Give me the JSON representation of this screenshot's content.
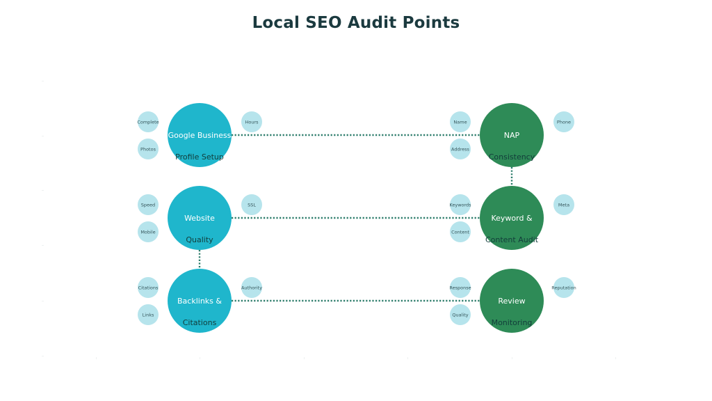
{
  "title": "Local SEO Audit Points",
  "colors": {
    "teal_hub": "#1fb6cc",
    "green_hub": "#2e8b57",
    "satellite": "#b6e4ec",
    "connector": "#2d7d6b"
  },
  "hubs": [
    {
      "line1": "Google Business",
      "line2": "Profile Setup",
      "color": "teal_hub"
    },
    {
      "line1": "Website",
      "line2": "Quality",
      "color": "teal_hub"
    },
    {
      "line1": "Backlinks &",
      "line2": "Citations",
      "color": "teal_hub"
    },
    {
      "line1": "NAP",
      "line2": "Consistency",
      "color": "green_hub"
    },
    {
      "line1": "Keyword &",
      "line2": "Content Audit",
      "color": "green_hub"
    },
    {
      "line1": "Review",
      "line2": "Monitoring",
      "color": "green_hub"
    }
  ],
  "satellites": [
    {
      "hub": 0,
      "label": "Complete"
    },
    {
      "hub": 0,
      "label": "Photos"
    },
    {
      "hub": 0,
      "label": "Hours"
    },
    {
      "hub": 1,
      "label": "Speed"
    },
    {
      "hub": 1,
      "label": "Mobile"
    },
    {
      "hub": 1,
      "label": "SSL"
    },
    {
      "hub": 2,
      "label": "Citations"
    },
    {
      "hub": 2,
      "label": "Links"
    },
    {
      "hub": 2,
      "label": "Authority"
    },
    {
      "hub": 3,
      "label": "Name"
    },
    {
      "hub": 3,
      "label": "Address"
    },
    {
      "hub": 3,
      "label": "Phone"
    },
    {
      "hub": 4,
      "label": "Keywords"
    },
    {
      "hub": 4,
      "label": "Content"
    },
    {
      "hub": 4,
      "label": "Meta"
    },
    {
      "hub": 5,
      "label": "Response"
    },
    {
      "hub": 5,
      "label": "Quality"
    },
    {
      "hub": 5,
      "label": "Reputation"
    }
  ],
  "connections": [
    [
      0,
      3
    ],
    [
      1,
      4
    ],
    [
      2,
      5
    ],
    [
      1,
      2
    ],
    [
      3,
      4
    ]
  ]
}
